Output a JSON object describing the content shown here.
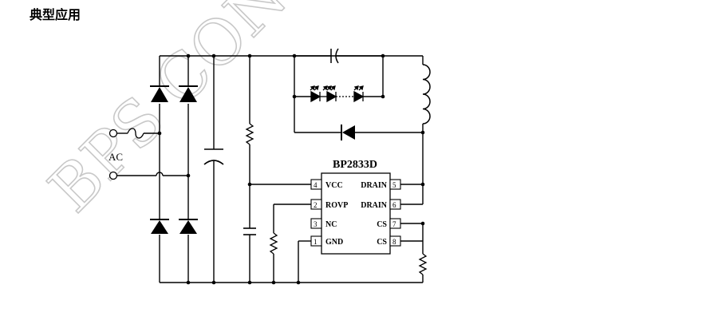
{
  "page": {
    "heading": "典型应用"
  },
  "watermark": {
    "text": "BPS CONF"
  },
  "schematic": {
    "ac_label": "AC",
    "ic": {
      "name": "BP2833D",
      "pins": [
        {
          "num": "4",
          "label": "VCC"
        },
        {
          "num": "2",
          "label": "ROVP"
        },
        {
          "num": "3",
          "label": "NC"
        },
        {
          "num": "1",
          "label": "GND"
        },
        {
          "num": "5",
          "label": "DRAIN"
        },
        {
          "num": "6",
          "label": "DRAIN"
        },
        {
          "num": "7",
          "label": "CS"
        },
        {
          "num": "8",
          "label": "CS"
        }
      ]
    }
  },
  "colors": {
    "ink": "#000000",
    "watermark": "#d2d2d2"
  }
}
